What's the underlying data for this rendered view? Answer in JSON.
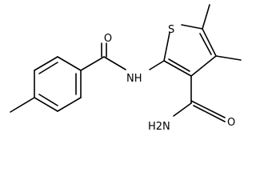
{
  "molecule": {
    "atoms": {
      "sulfur": "S",
      "amide_oxygen": "O",
      "amide_nitrogen": "NH",
      "carboxamide_oxygen": "O",
      "carboxamide_nitrogen": "H2N"
    }
  }
}
